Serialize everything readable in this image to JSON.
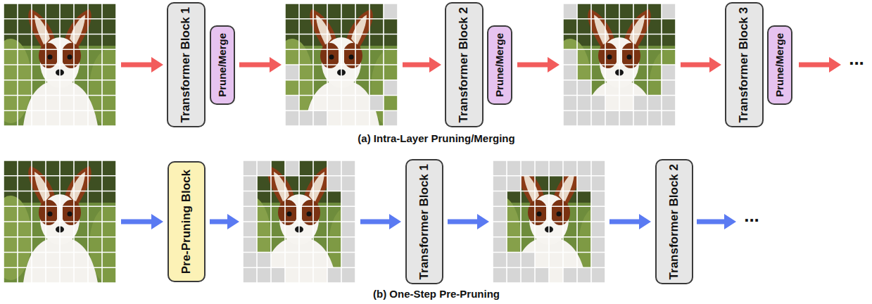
{
  "diagram": {
    "nodes": [
      {
        "text": [
          "Transformer Block 1"
        ]
      },
      {
        "text": [
          "Prune/Merge"
        ]
      },
      {
        "text": [
          "Transformer Block 2"
        ]
      },
      {
        "text": [
          "Prune/Merge"
        ]
      },
      {
        "text": [
          "Transformer Block 3"
        ]
      },
      {
        "text": [
          "Prune/Merge"
        ]
      },
      {
        "text": [
          "Pre-Pruning Block"
        ]
      },
      {
        "text": [
          "Transformer Block 1"
        ]
      },
      {
        "text": [
          "Transformer Block 2"
        ]
      }
    ],
    "labels": [
      "...",
      "(a) Intra-Layer Pruning/Merging",
      "...",
      "(b) One-Step Pre-Pruning"
    ]
  }
}
